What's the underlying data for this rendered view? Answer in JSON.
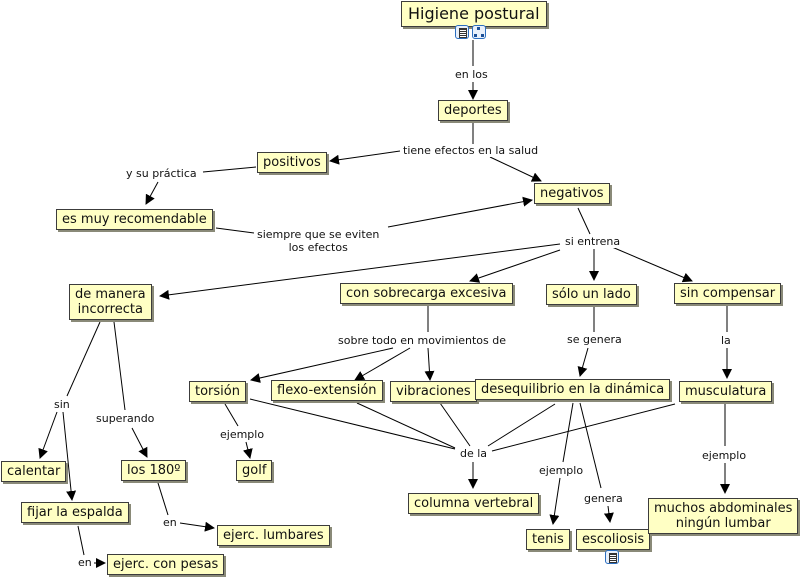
{
  "concept_map": {
    "root": "Higiene postural",
    "concepts": {
      "higiene": "Higiene postural",
      "deportes": "deportes",
      "positivos": "positivos",
      "negativos": "negativos",
      "recomendable": "es muy recomendable",
      "incorrecta_1": "de manera",
      "incorrecta_2": "incorrecta",
      "sobrecarga": "con sobrecarga excesiva",
      "un_lado": "sólo un lado",
      "sin_compensar": "sin compensar",
      "torsion": "torsión",
      "flexo": "flexo-extensión",
      "vibraciones": "vibraciones",
      "desequilibrio": "desequilibrio en la dinámica",
      "musculatura": "musculatura",
      "calentar": "calentar",
      "fijar": "fijar la espalda",
      "los180": "los 180º",
      "golf": "golf",
      "lumbares": "ejerc. lumbares",
      "pesas": "ejerc. con pesas",
      "columna": "columna vertebral",
      "tenis": "tenis",
      "escoliosis": "escoliosis",
      "abdominales_1": "muchos abdominales",
      "abdominales_2": "ningún lumbar"
    },
    "linking_phrases": {
      "en_los": "en los",
      "tiene_efectos": "tiene efectos en la salud",
      "y_su_practica": "y su práctica",
      "siempre_1": "siempre que se eviten",
      "siempre_2": "los efectos",
      "si_entrena": "si entrena",
      "sobre_todo": "sobre todo en movimientos de",
      "se_genera": "se genera",
      "la": "la",
      "sin": "sin",
      "superando": "superando",
      "ejemplo_golf": "ejemplo",
      "de_la": "de la",
      "ejemplo_tenis": "ejemplo",
      "genera": "genera",
      "ejemplo_musc": "ejemplo",
      "en_lumbares": "en",
      "en_pesas": "en"
    },
    "icons": {
      "root_resource": "document-resource-icon",
      "root_submap": "concept-map-link-icon",
      "escoliosis_resource": "document-resource-icon"
    },
    "colors": {
      "node_fill": "#ffffc4",
      "node_border": "#3c3c3c",
      "link": "#000000"
    }
  }
}
